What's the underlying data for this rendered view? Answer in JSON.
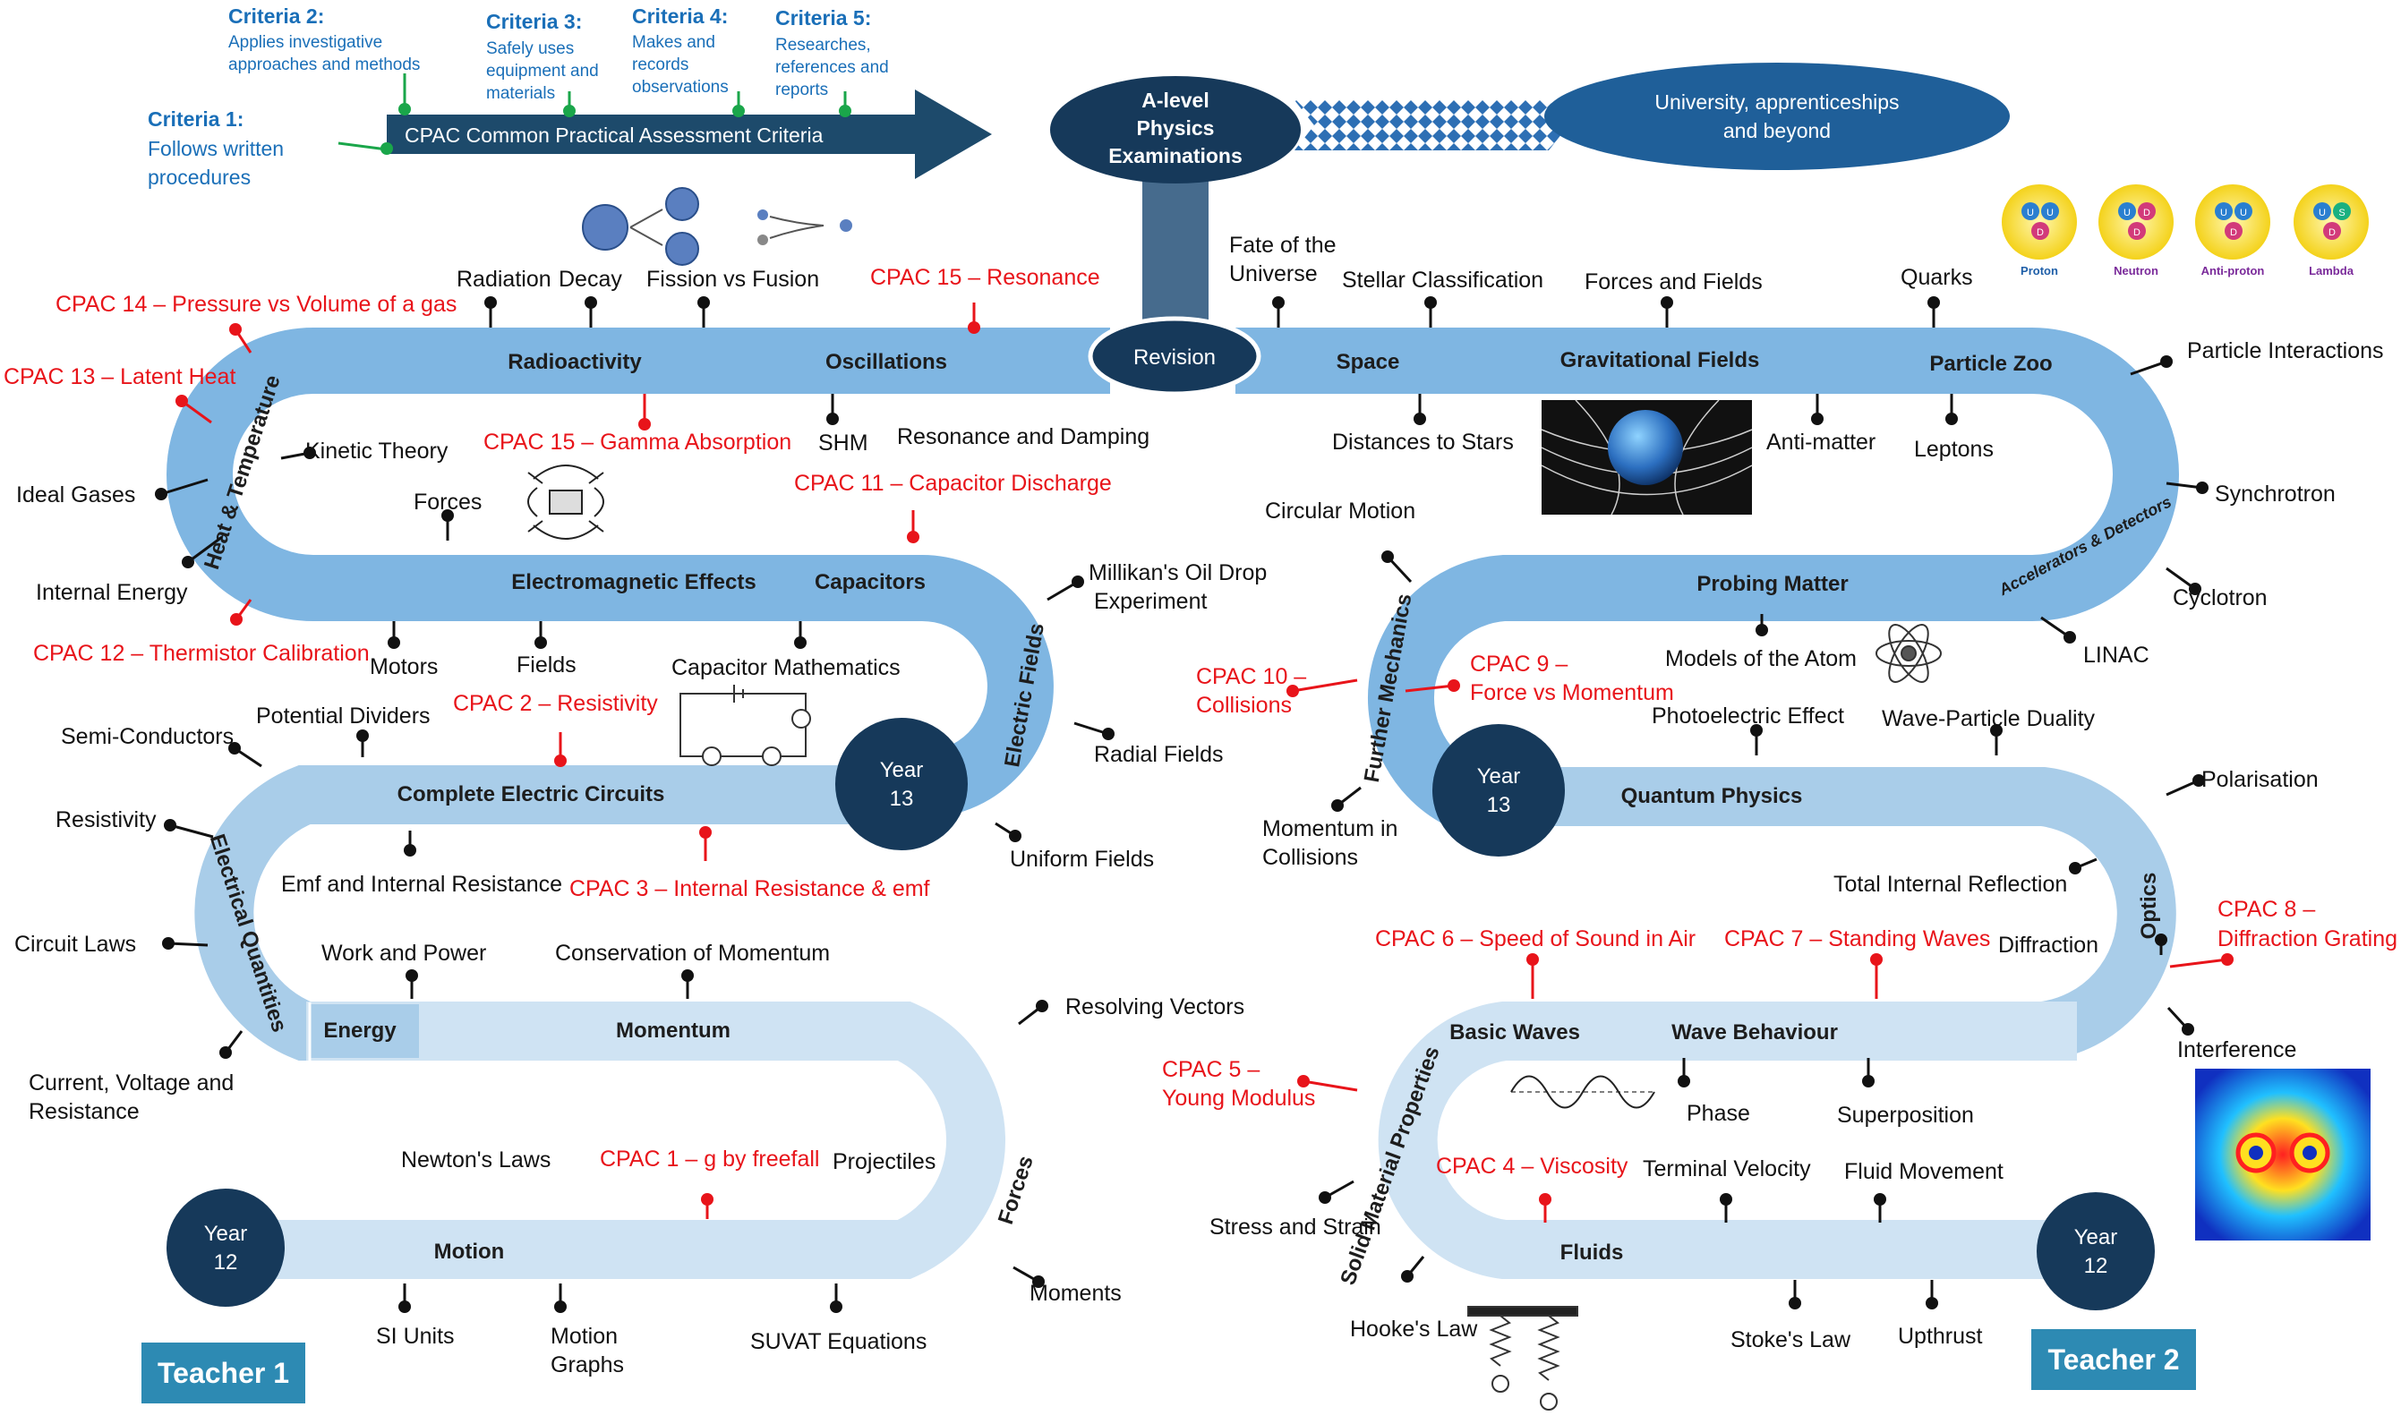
{
  "criteria": {
    "c1": {
      "title": "Criteria 1:",
      "body": [
        "Follows written",
        "procedures"
      ]
    },
    "c2": {
      "title": "Criteria 2:",
      "body": [
        "Applies investigative",
        "approaches and methods"
      ]
    },
    "c3": {
      "title": "Criteria 3:",
      "body": [
        "Safely uses",
        "equipment and",
        "materials"
      ]
    },
    "c4": {
      "title": "Criteria 4:",
      "body": [
        "Makes and",
        "records",
        "observations"
      ]
    },
    "c5": {
      "title": "Criteria 5:",
      "body": [
        "Researches,",
        "references and",
        "reports"
      ]
    },
    "arrow_label": "CPAC Common Practical Assessment Criteria"
  },
  "header": {
    "exams": [
      "A-level",
      "Physics",
      "Examinations"
    ],
    "beyond": [
      "University, apprenticeships",
      "and beyond"
    ],
    "revision": "Revision"
  },
  "particles": [
    {
      "name": "Proton",
      "quarks": [
        "U",
        "U",
        "D"
      ]
    },
    {
      "name": "Neutron",
      "quarks": [
        "U",
        "D",
        "D"
      ]
    },
    {
      "name": "Anti-proton",
      "quarks": [
        "U",
        "U",
        "D"
      ]
    },
    {
      "name": "Lambda",
      "quarks": [
        "U",
        "S",
        "D"
      ]
    }
  ],
  "segments": {
    "radioactivity": "Radioactivity",
    "oscillations": "Oscillations",
    "space": "Space",
    "gravitational": "Gravitational Fields",
    "particle_zoo": "Particle Zoo",
    "heat": "Heat & Temperature",
    "accelerators": "Accelerators & Detectors",
    "em_effects": "Electromagnetic Effects",
    "capacitors": "Capacitors",
    "electric_fields": "Electric Fields",
    "further_mech": "Further Mechanics",
    "probing": "Probing Matter",
    "circuits": "Complete Electric Circuits",
    "elec_quant": "Electrical Quantities",
    "quantum": "Quantum Physics",
    "optics": "Optics",
    "energy": "Energy",
    "momentum": "Momentum",
    "forces": "Forces",
    "basic_waves": "Basic Waves",
    "wave_behaviour": "Wave Behaviour",
    "solid": "Solid Material Properties",
    "motion": "Motion",
    "fluids": "Fluids"
  },
  "years": {
    "y13": [
      "Year",
      "13"
    ],
    "y12": [
      "Year",
      "12"
    ]
  },
  "teachers": {
    "t1": "Teacher 1",
    "t2": "Teacher 2"
  },
  "topics": {
    "radiation": "Radiation",
    "decay": "Decay",
    "fission": "Fission vs Fusion",
    "fate": [
      "Fate of the",
      "Universe"
    ],
    "stellar": "Stellar Classification",
    "forces_fields": "Forces and Fields",
    "quarks": "Quarks",
    "particle_int": "Particle Interactions",
    "synchrotron": "Synchrotron",
    "cyclotron": "Cyclotron",
    "linac": "LINAC",
    "kinetic": "Kinetic Theory",
    "ideal": "Ideal Gases",
    "internal_energy": "Internal Energy",
    "shm": "SHM",
    "resonance_damping": "Resonance and Damping",
    "distances": "Distances to Stars",
    "antimatter": "Anti-matter",
    "leptons": "Leptons",
    "forces_em": "Forces",
    "motors": "Motors",
    "fields": "Fields",
    "millikan": [
      "Millikan's Oil Drop",
      "Experiment"
    ],
    "radial": "Radial Fields",
    "uniform": "Uniform Fields",
    "circular": "Circular Motion",
    "momentum_coll": [
      "Momentum in",
      "Collisions"
    ],
    "models_atom": "Models of the Atom",
    "cap_math": "Capacitor Mathematics",
    "potential_div": "Potential Dividers",
    "semi": "Semi-Conductors",
    "resistivity": "Resistivity",
    "circuit_laws": "Circuit Laws",
    "cvr": [
      "Current, Voltage and",
      "Resistance"
    ],
    "emf": "Emf and Internal Resistance",
    "photoelectric": "Photoelectric Effect",
    "wpd": "Wave-Particle Duality",
    "polarisation": "Polarisation",
    "tir": "Total Internal Reflection",
    "diffraction": "Diffraction",
    "interference": "Interference",
    "work_power": "Work and Power",
    "conservation": "Conservation of Momentum",
    "resolving": "Resolving Vectors",
    "newtons": "Newton's Laws",
    "projectiles": "Projectiles",
    "moments": "Moments",
    "si": "SI Units",
    "motion_graphs": [
      "Motion",
      "Graphs"
    ],
    "suvat": "SUVAT Equations",
    "phase": "Phase",
    "superposition": "Superposition",
    "stress": "Stress and Strain",
    "hooke": "Hooke's Law",
    "terminal": "Terminal Velocity",
    "fluid_move": "Fluid Movement",
    "stokes": "Stoke's Law",
    "upthrust": "Upthrust"
  },
  "cpac": {
    "p14": "CPAC 14 – Pressure vs Volume of a gas",
    "p13": "CPAC 13 – Latent Heat",
    "p15r": "CPAC 15 – Resonance",
    "p15g": "CPAC 15 – Gamma Absorption",
    "p11": "CPAC 11 – Capacitor Discharge",
    "p12": "CPAC 12 – Thermistor Calibration",
    "p10": [
      "CPAC 10 –",
      "Collisions"
    ],
    "p9": [
      "CPAC 9 –",
      "Force vs Momentum"
    ],
    "p2": "CPAC 2 – Resistivity",
    "p3": "CPAC 3 – Internal Resistance & emf",
    "p8": [
      "CPAC 8 –",
      "Diffraction Grating"
    ],
    "p6": "CPAC 6 – Speed of Sound in Air",
    "p7": "CPAC 7 – Standing Waves",
    "p5": [
      "CPAC 5 –",
      "Young Modulus"
    ],
    "p1": "CPAC 1 – g by freefall",
    "p4": "CPAC 4 – Viscosity"
  },
  "colors": {
    "band_dark": "#7fb6e2",
    "band_mid": "#a9cde9",
    "band_light": "#cfe3f3",
    "navy": "#16395a",
    "arrow": "#1d4a6b",
    "teacher": "#2d8ab3",
    "cpac_red": "#e8141a",
    "criteria_green": "#1aa64a"
  }
}
